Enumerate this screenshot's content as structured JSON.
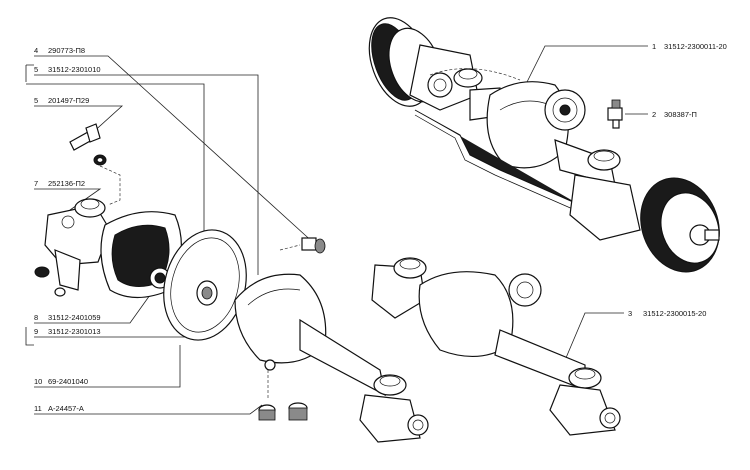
{
  "callouts": [
    {
      "num": "4",
      "code": "290773-П8"
    },
    {
      "num": "5",
      "code": "31512-2301010"
    },
    {
      "num": "5",
      "code": "201497-П29"
    },
    {
      "num": "7",
      "code": "252136-П2"
    },
    {
      "num": "8",
      "code": "31512-2401059"
    },
    {
      "num": "9",
      "code": "31512-2301013"
    },
    {
      "num": "10",
      "code": "69-2401040"
    },
    {
      "num": "11",
      "code": "А-24457-А"
    },
    {
      "num": "1",
      "code": "31512-2300011-20"
    },
    {
      "num": "2",
      "code": "308387-П"
    },
    {
      "num": "3",
      "code": "31512-2300015-20"
    }
  ]
}
